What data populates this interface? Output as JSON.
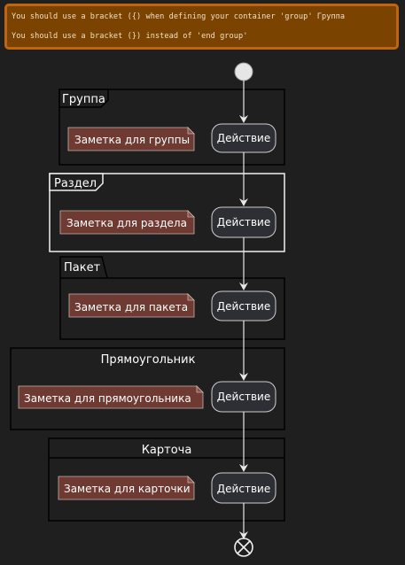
{
  "warnings": [
    "You should use a bracket ({) when defining your container 'group' Группа",
    "You should use a bracket (}) instead of 'end group'"
  ],
  "groups": [
    {
      "title": "Группа",
      "note": "Заметка для группы",
      "action": "Действие"
    },
    {
      "title": "Раздел",
      "note": "Заметка для раздела",
      "action": "Действие"
    },
    {
      "title": "Пакет",
      "note": "Заметка для пакета",
      "action": "Действие"
    },
    {
      "title": "Прямоугольник",
      "note": "Заметка для прямоугольника",
      "action": "Действие"
    },
    {
      "title": "Карточа",
      "note": "Заметка для карточки",
      "action": "Действие"
    }
  ]
}
